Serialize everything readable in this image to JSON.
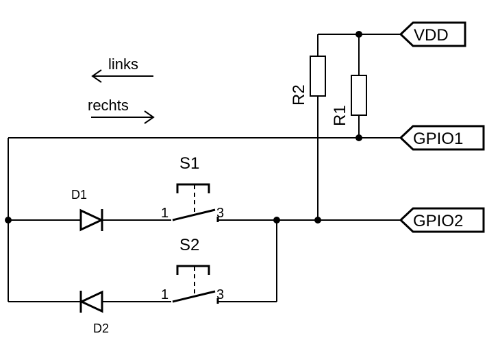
{
  "direction_labels": {
    "left": "links",
    "right": "rechts"
  },
  "ports": {
    "vdd": "VDD",
    "gpio1": "GPIO1",
    "gpio2": "GPIO2"
  },
  "resistors": {
    "r1": "R1",
    "r2": "R2"
  },
  "diodes": {
    "d1": "D1",
    "d2": "D2"
  },
  "switches": {
    "s1": {
      "label": "S1",
      "pin_a": "1",
      "pin_b": "3"
    },
    "s2": {
      "label": "S2",
      "pin_a": "1",
      "pin_b": "3"
    }
  }
}
